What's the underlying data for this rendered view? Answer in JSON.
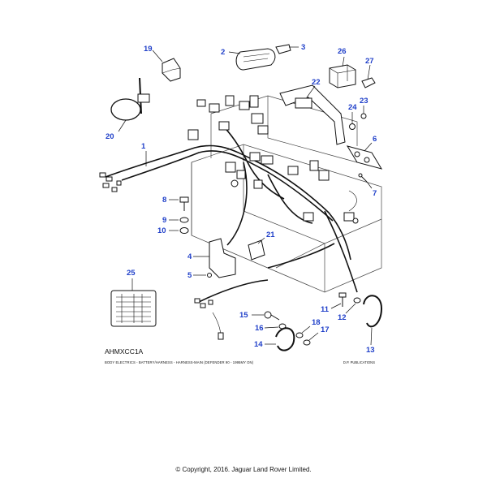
{
  "diagram": {
    "code": "AHMXCC1A",
    "caption": "BODY ELECTRICS - BATTERY/HARNESS - HARNESS-MAIN  (DEFENDER 90 - 1995MY ON)",
    "publisher": "D.P. PUBLICATIONS",
    "copyright": "© Copyright, 2016. Jaguar Land Rover Limited.",
    "callouts": [
      "1",
      "2",
      "3",
      "4",
      "5",
      "6",
      "7",
      "8",
      "9",
      "10",
      "11",
      "12",
      "13",
      "14",
      "15",
      "16",
      "17",
      "18",
      "19",
      "20",
      "21",
      "22",
      "23",
      "24",
      "25",
      "26",
      "27"
    ],
    "label_color": "#1f3fc9"
  }
}
